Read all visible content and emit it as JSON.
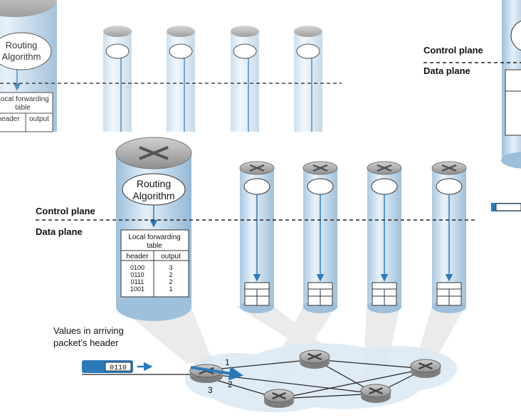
{
  "planes": {
    "control": "Control plane",
    "data": "Data plane"
  },
  "routing_algorithm": {
    "line1": "Routing",
    "line2": "Algorithm"
  },
  "forwarding_table": {
    "title_line1": "Local forwarding",
    "title_line2": "table",
    "headers": [
      "header",
      "output"
    ],
    "rows": [
      {
        "header": "0100",
        "output": "3"
      },
      {
        "header": "0110",
        "output": "2"
      },
      {
        "header": "0111",
        "output": "2"
      },
      {
        "header": "1001",
        "output": "1"
      }
    ]
  },
  "packet": {
    "caption_line1": "Values in arriving",
    "caption_line2": "packet’s header",
    "value": "0110"
  },
  "ports": [
    "1",
    "2",
    "3"
  ],
  "colors": {
    "accent": "#2a7ab8",
    "cylinder": "#cfe4f3",
    "router": "#a9a9a9",
    "cloud": "#dbe9f4"
  }
}
